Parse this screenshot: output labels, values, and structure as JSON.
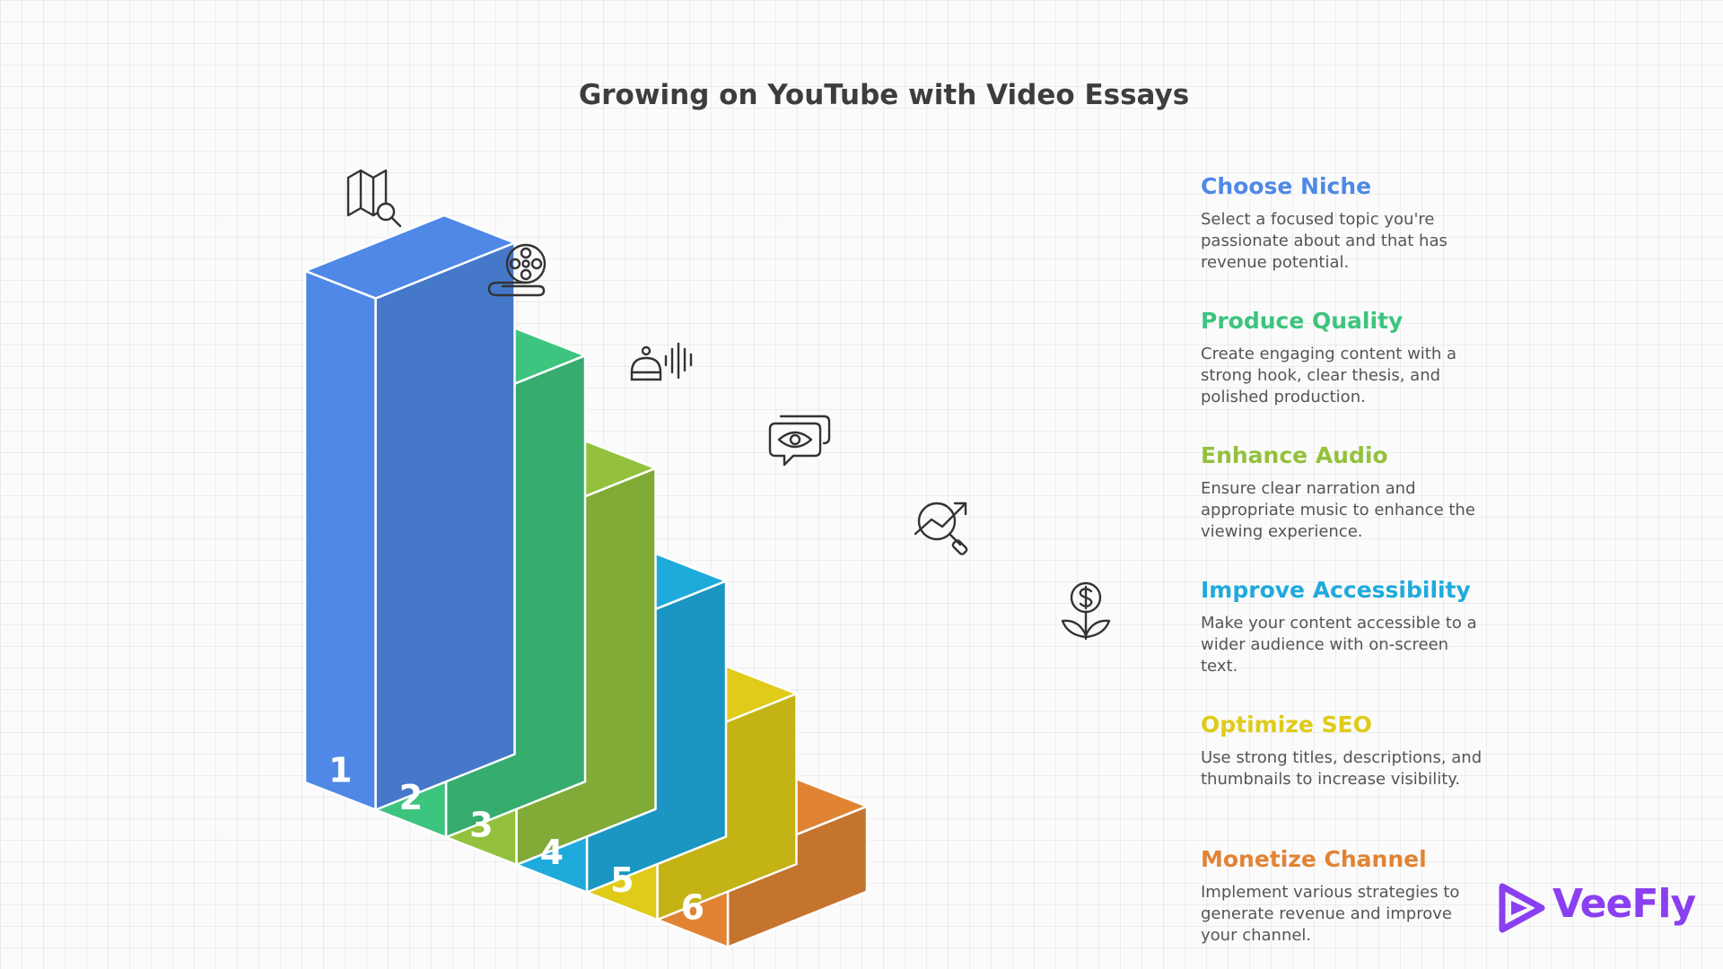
{
  "title": "Growing on YouTube with Video Essays",
  "brand": {
    "name": "VeeFly",
    "color": "#8a3ff0"
  },
  "steps": [
    {
      "number": "1",
      "heading": "Choose Niche",
      "description": "Select a focused topic you're passionate about and that has revenue potential.",
      "color": "#4f88e6",
      "icon": "map-search-icon"
    },
    {
      "number": "2",
      "heading": "Produce Quality",
      "description": "Create engaging content with a strong hook, clear thesis, and polished production.",
      "color": "#3dc47e",
      "icon": "film-reel-icon"
    },
    {
      "number": "3",
      "heading": "Enhance Audio",
      "description": "Ensure clear narration and appropriate music to enhance the viewing experience.",
      "color": "#93c13d",
      "icon": "speaker-waves-icon"
    },
    {
      "number": "4",
      "heading": "Improve Accessibility",
      "description": "Make your content accessible to a wider audience with on-screen text.",
      "color": "#1faadc",
      "icon": "eye-chat-icon"
    },
    {
      "number": "5",
      "heading": "Optimize SEO",
      "description": "Use strong titles, descriptions, and thumbnails to increase visibility.",
      "color": "#dfcb18",
      "icon": "trend-search-icon"
    },
    {
      "number": "6",
      "heading": "Monetize Channel",
      "description": "Implement various strategies to generate revenue and improve your channel.",
      "color": "#e08434",
      "icon": "money-plant-icon"
    }
  ]
}
